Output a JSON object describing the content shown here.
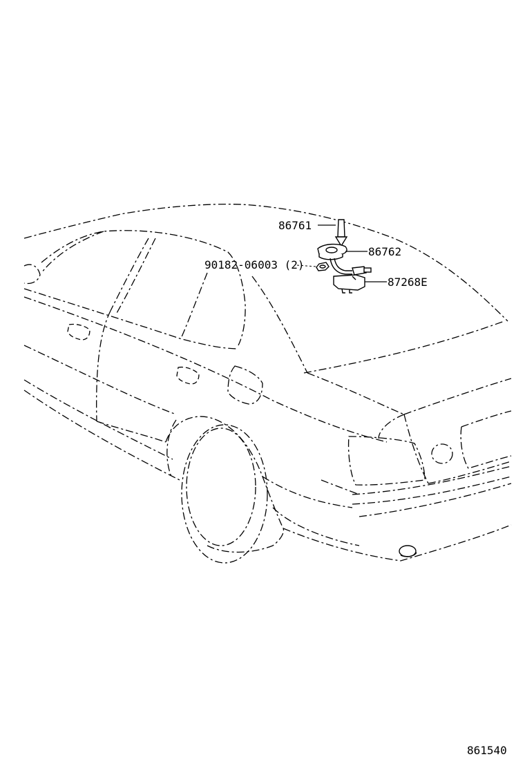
{
  "parts": [
    {
      "id": "antenna_rod",
      "number": "86761"
    },
    {
      "id": "antenna_base",
      "number": "86762"
    },
    {
      "id": "nut",
      "number": "90182-06003 (2)"
    },
    {
      "id": "amplifier",
      "number": "87268E"
    }
  ],
  "diagram_code": "861540",
  "colors": {
    "line": "#000000",
    "background": "#ffffff"
  }
}
